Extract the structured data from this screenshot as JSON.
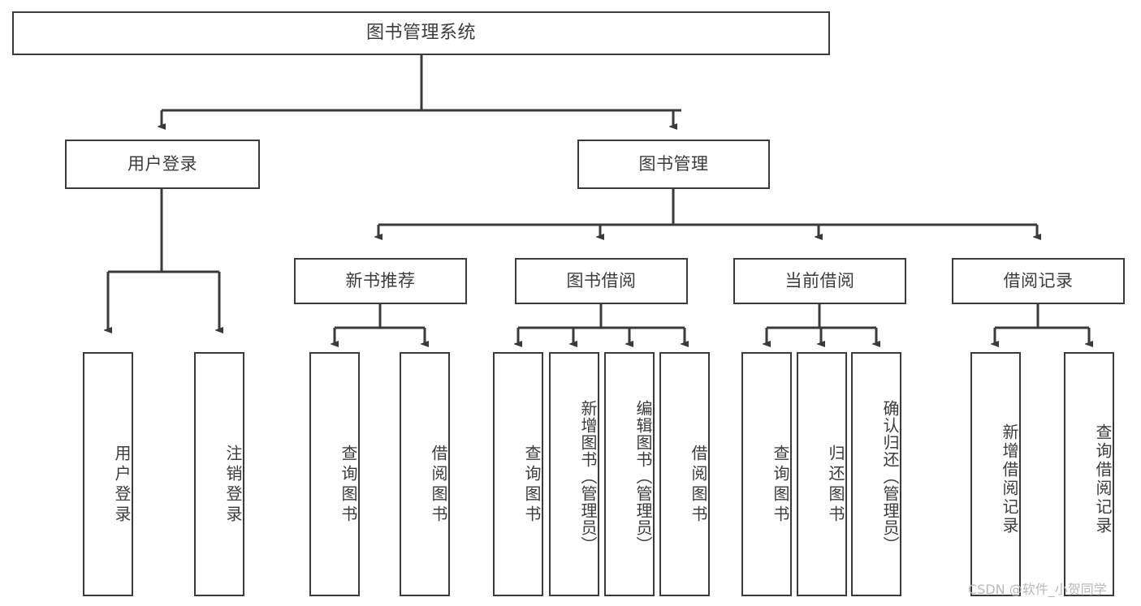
{
  "diagram": {
    "title": "图书管理系统",
    "root": {
      "label": "图书管理系统"
    },
    "level2": [
      {
        "label": "用户登录"
      },
      {
        "label": "图书管理"
      }
    ],
    "level3": [
      {
        "label": "新书推荐"
      },
      {
        "label": "图书借阅"
      },
      {
        "label": "当前借阅"
      },
      {
        "label": "借阅记录"
      }
    ],
    "leaves": [
      {
        "label": "用户登录",
        "parent": "用户登录"
      },
      {
        "label": "注销登录",
        "parent": "用户登录"
      },
      {
        "label": "查询图书",
        "parent": "新书推荐"
      },
      {
        "label": "借阅图书",
        "parent": "新书推荐"
      },
      {
        "label": "查询图书",
        "parent": "图书借阅"
      },
      {
        "label": "新增图书（管理员）",
        "parent": "图书借阅"
      },
      {
        "label": "编辑图书（管理员）",
        "parent": "图书借阅"
      },
      {
        "label": "借阅图书",
        "parent": "图书借阅"
      },
      {
        "label": "查询图书",
        "parent": "当前借阅"
      },
      {
        "label": "归还图书",
        "parent": "当前借阅"
      },
      {
        "label": "确认归还（管理员）",
        "parent": "当前借阅"
      },
      {
        "label": "新增借阅记录",
        "parent": "借阅记录"
      },
      {
        "label": "查询借阅记录",
        "parent": "借阅记录"
      }
    ]
  },
  "watermark": {
    "text": "CSDN @软件_小贺同学"
  },
  "colors": {
    "stroke": "#3a3a3a",
    "text": "#3c3c3c",
    "background": "#ffffff",
    "watermark": "#b9b9b9"
  }
}
